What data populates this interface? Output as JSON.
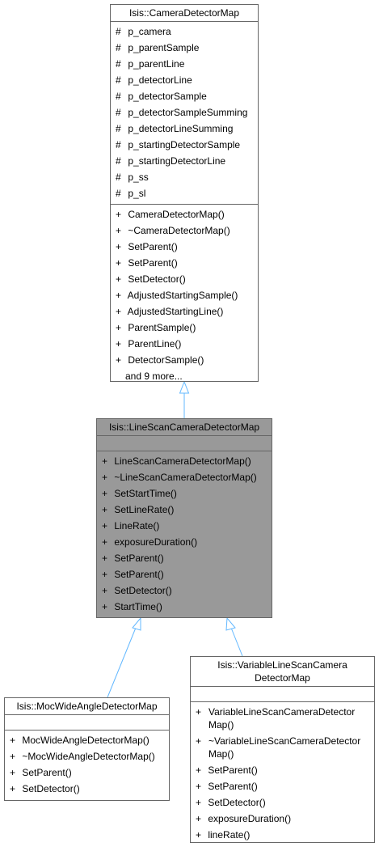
{
  "classes": {
    "camera": {
      "name": "Isis::CameraDetectorMap",
      "attributes": [
        {
          "vis": "#",
          "name": "p_camera"
        },
        {
          "vis": "#",
          "name": "p_parentSample"
        },
        {
          "vis": "#",
          "name": "p_parentLine"
        },
        {
          "vis": "#",
          "name": "p_detectorLine"
        },
        {
          "vis": "#",
          "name": "p_detectorSample"
        },
        {
          "vis": "#",
          "name": "p_detectorSampleSumming"
        },
        {
          "vis": "#",
          "name": "p_detectorLineSumming"
        },
        {
          "vis": "#",
          "name": "p_startingDetectorSample"
        },
        {
          "vis": "#",
          "name": "p_startingDetectorLine"
        },
        {
          "vis": "#",
          "name": "p_ss"
        },
        {
          "vis": "#",
          "name": "p_sl"
        }
      ],
      "methods": [
        {
          "vis": "+",
          "name": "CameraDetectorMap()"
        },
        {
          "vis": "+",
          "name": "~CameraDetectorMap()"
        },
        {
          "vis": "+",
          "name": "SetParent()"
        },
        {
          "vis": "+",
          "name": "SetParent()"
        },
        {
          "vis": "+",
          "name": "SetDetector()"
        },
        {
          "vis": "+",
          "name": "AdjustedStartingSample()"
        },
        {
          "vis": "+",
          "name": "AdjustedStartingLine()"
        },
        {
          "vis": "+",
          "name": "ParentSample()"
        },
        {
          "vis": "+",
          "name": "ParentLine()"
        },
        {
          "vis": "+",
          "name": "DetectorSample()"
        }
      ],
      "more": "and 9 more..."
    },
    "linescan": {
      "name": "Isis::LineScanCameraDetectorMap",
      "methods": [
        {
          "vis": "+",
          "name": "LineScanCameraDetectorMap()"
        },
        {
          "vis": "+",
          "name": "~LineScanCameraDetectorMap()"
        },
        {
          "vis": "+",
          "name": "SetStartTime()"
        },
        {
          "vis": "+",
          "name": "SetLineRate()"
        },
        {
          "vis": "+",
          "name": "LineRate()"
        },
        {
          "vis": "+",
          "name": "exposureDuration()"
        },
        {
          "vis": "+",
          "name": "SetParent()"
        },
        {
          "vis": "+",
          "name": "SetParent()"
        },
        {
          "vis": "+",
          "name": "SetDetector()"
        },
        {
          "vis": "+",
          "name": "StartTime()"
        }
      ]
    },
    "moc": {
      "name": "Isis::MocWideAngleDetectorMap",
      "methods": [
        {
          "vis": "+",
          "name": "MocWideAngleDetectorMap()"
        },
        {
          "vis": "+",
          "name": "~MocWideAngleDetectorMap()"
        },
        {
          "vis": "+",
          "name": "SetParent()"
        },
        {
          "vis": "+",
          "name": "SetDetector()"
        }
      ]
    },
    "variable": {
      "name": "Isis::VariableLineScanCamera DetectorMap",
      "methods": [
        {
          "vis": "+",
          "name": "VariableLineScanCameraDetector Map()"
        },
        {
          "vis": "+",
          "name": "~VariableLineScanCameraDetector Map()"
        },
        {
          "vis": "+",
          "name": "SetParent()"
        },
        {
          "vis": "+",
          "name": "SetParent()"
        },
        {
          "vis": "+",
          "name": "SetDetector()"
        },
        {
          "vis": "+",
          "name": "exposureDuration()"
        },
        {
          "vis": "+",
          "name": "lineRate()"
        }
      ]
    }
  },
  "colors": {
    "edge": "#63b8ff",
    "border": "#666666",
    "current": "#999999"
  }
}
